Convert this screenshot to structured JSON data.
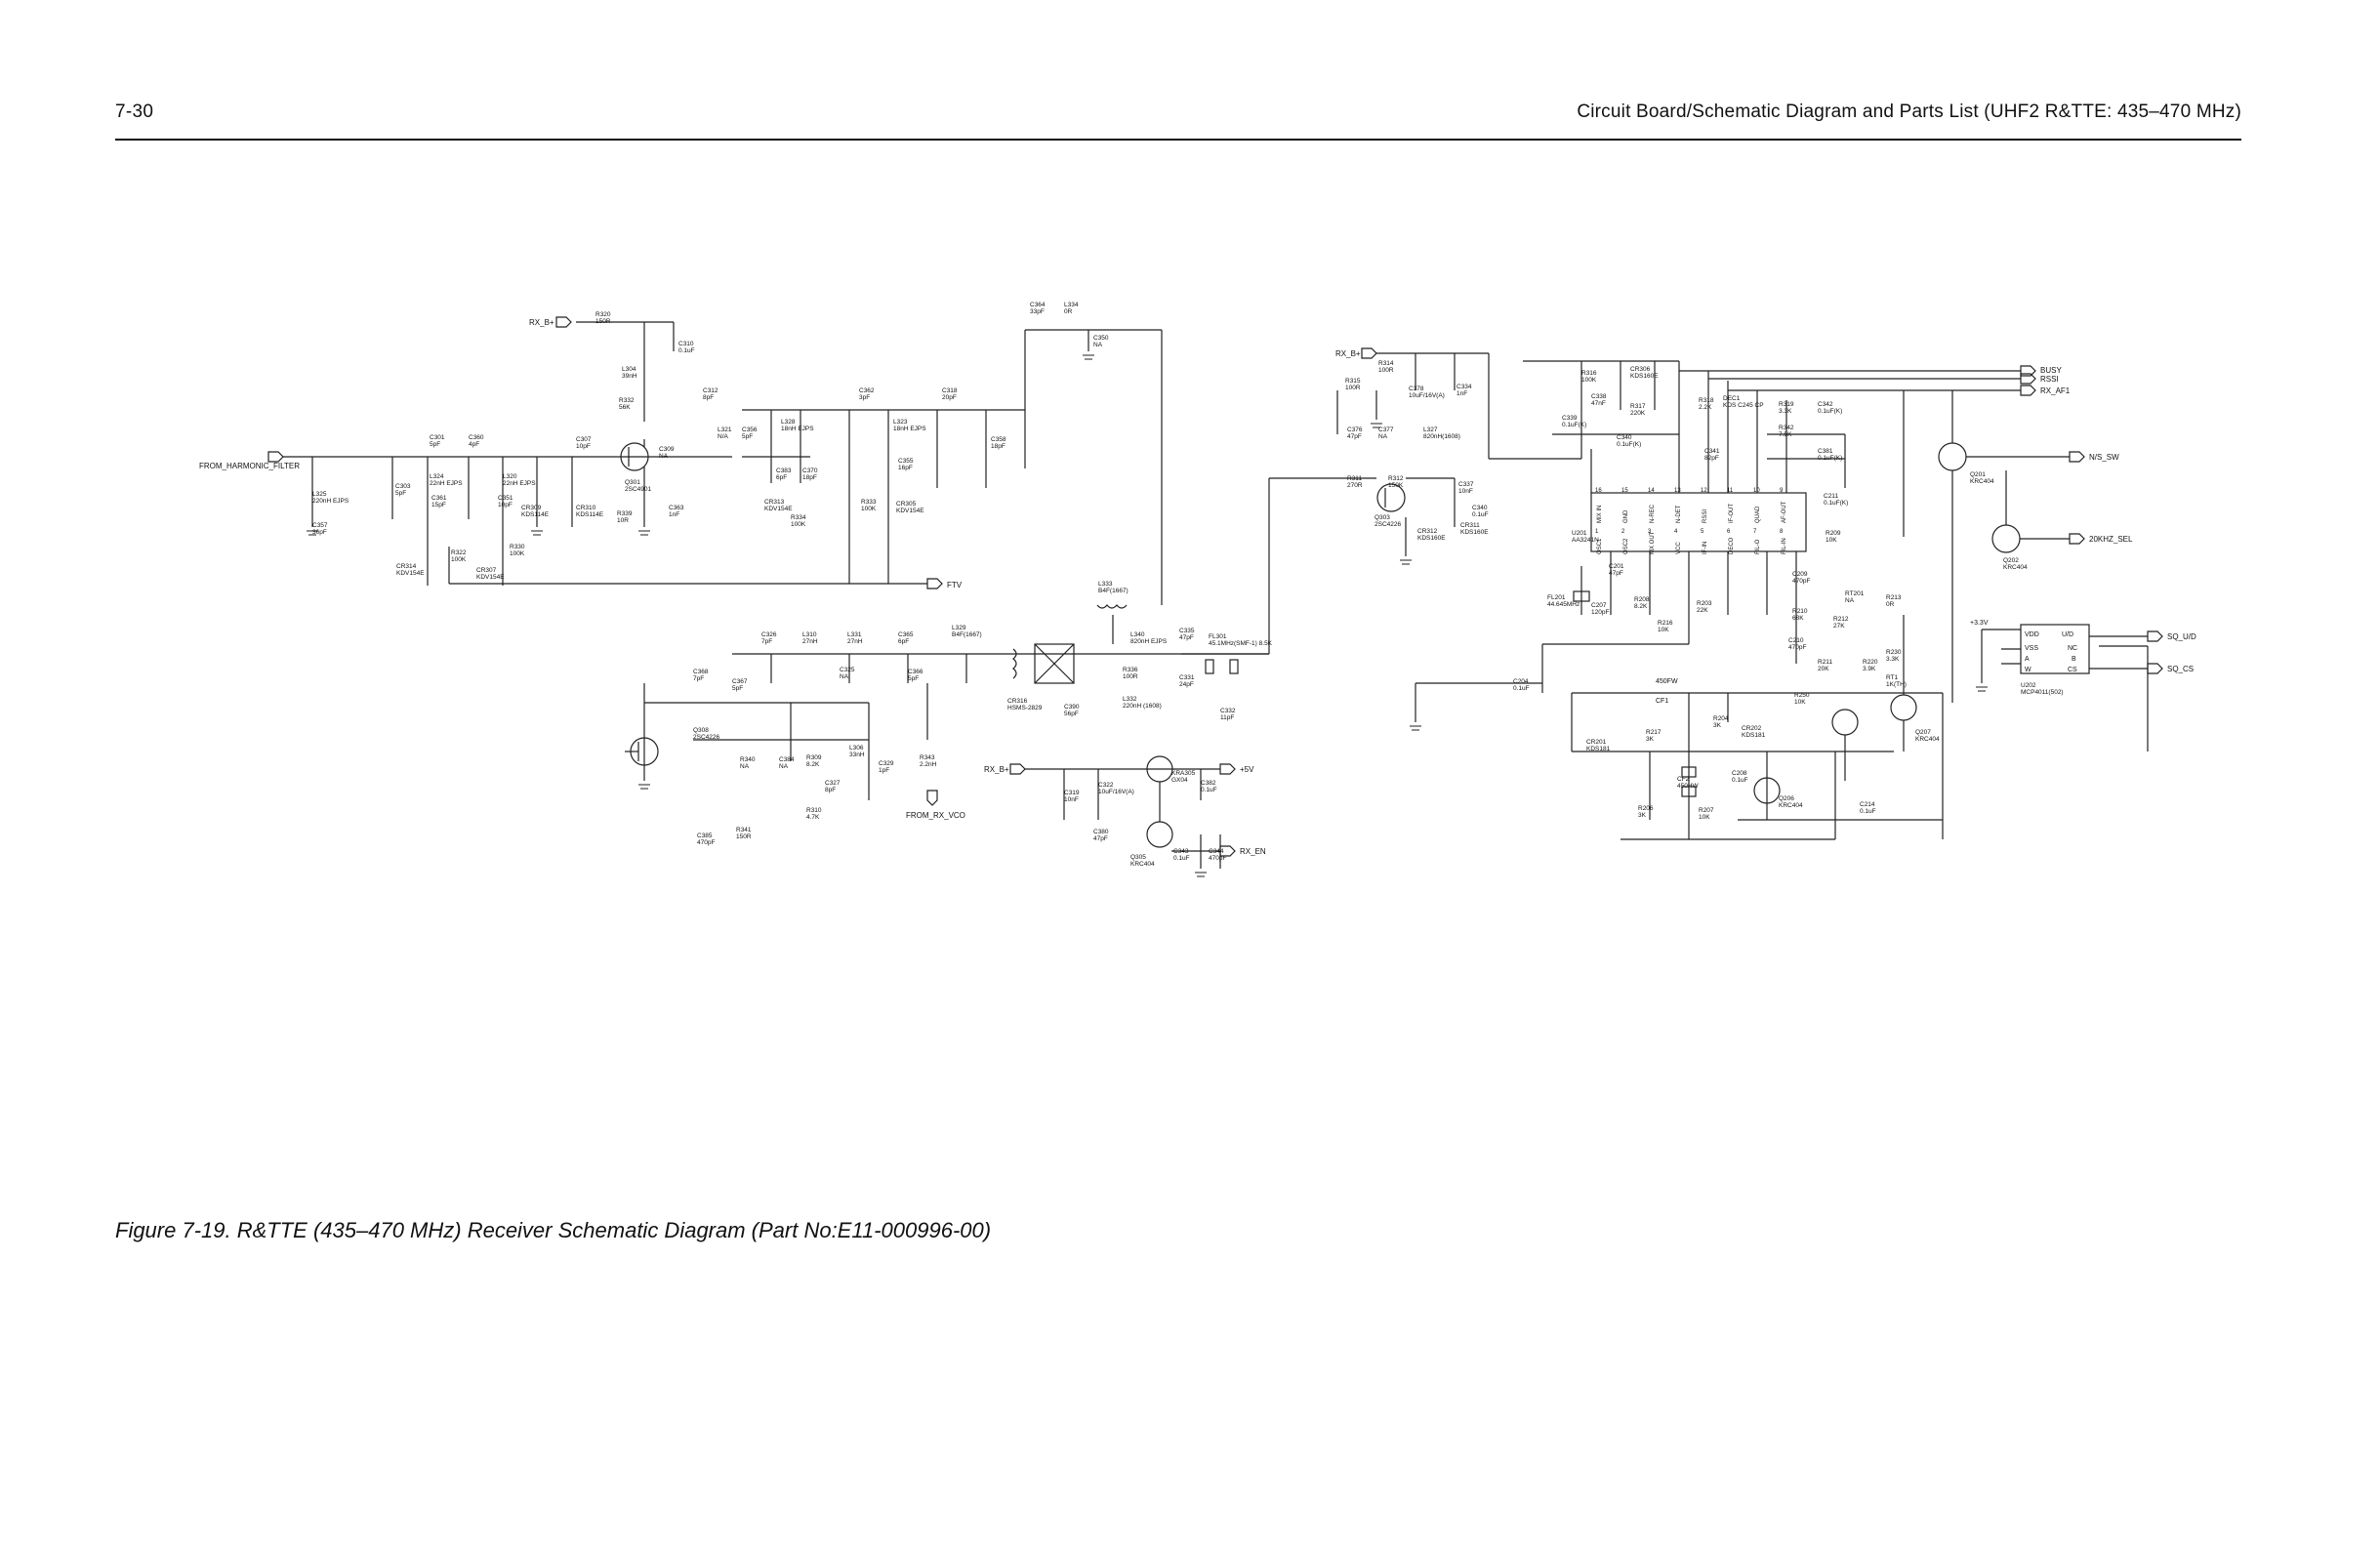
{
  "header": {
    "page_number": "7-30",
    "section_title": "Circuit Board/Schematic Diagram and Parts List (UHF2 R&TTE: 435–470 MHz)"
  },
  "figure": {
    "caption": "Figure 7-19. R&TTE (435–470 MHz) Receiver Schematic Diagram (Part No:E11-000996-00)"
  },
  "schematic": {
    "ports": {
      "rx_b_plus_1": "RX_B+",
      "rx_b_plus_2": "RX_B+",
      "rx_b_plus_3": "RX_B+",
      "from_harmonic_filter": "FROM_HARMONIC_FILTER",
      "from_rx_vco": "FROM_RX_VCO",
      "ftv": "FTV",
      "rx_en": "RX_EN",
      "plus_5v": "+5V",
      "busy": "BUSY",
      "rssi": "RSSI",
      "rx_af1": "RX_AF1",
      "ns_sw": "N/S_SW",
      "khz_sel": "20KHZ_SEL",
      "sq_ud": "SQ_U/D",
      "sq_cs": "SQ_CS"
    },
    "components": [
      {
        "ref": "C301",
        "value": "5pF"
      },
      {
        "ref": "L325",
        "value": "220nH EJPS"
      },
      {
        "ref": "C357",
        "value": "36pF"
      },
      {
        "ref": "C303",
        "value": "5pF"
      },
      {
        "ref": "L324",
        "value": "22nH EJPS"
      },
      {
        "ref": "C361",
        "value": "15pF"
      },
      {
        "ref": "C360",
        "value": "4pF"
      },
      {
        "ref": "CR314",
        "value": "KDV154E"
      },
      {
        "ref": "R322",
        "value": "100K"
      },
      {
        "ref": "L320",
        "value": "22nH EJPS"
      },
      {
        "ref": "C351",
        "value": "10pF"
      },
      {
        "ref": "CR307",
        "value": "KDV154E"
      },
      {
        "ref": "R330",
        "value": "100K"
      },
      {
        "ref": "CR309",
        "value": "KDS114E"
      },
      {
        "ref": "CR310",
        "value": "KDS114E"
      },
      {
        "ref": "C307",
        "value": "10pF"
      },
      {
        "ref": "R320",
        "value": "150R"
      },
      {
        "ref": "L304",
        "value": "39nH"
      },
      {
        "ref": "R332",
        "value": "56K"
      },
      {
        "ref": "Q301",
        "value": "2SC4901"
      },
      {
        "ref": "R339",
        "value": "10R"
      },
      {
        "ref": "C310",
        "value": "0.1uF"
      },
      {
        "ref": "C309",
        "value": "NA"
      },
      {
        "ref": "C363",
        "value": "1nF"
      },
      {
        "ref": "C312",
        "value": "8pF"
      },
      {
        "ref": "L321",
        "value": "N/A"
      },
      {
        "ref": "C356",
        "value": "5pF"
      },
      {
        "ref": "L328",
        "value": "18nH EJPS"
      },
      {
        "ref": "C383",
        "value": "6pF"
      },
      {
        "ref": "C370",
        "value": "18pF"
      },
      {
        "ref": "CR313",
        "value": "KDV154E"
      },
      {
        "ref": "R334",
        "value": "100K"
      },
      {
        "ref": "C362",
        "value": "3pF"
      },
      {
        "ref": "L323",
        "value": "18nH EJPS"
      },
      {
        "ref": "C355",
        "value": "16pF"
      },
      {
        "ref": "R333",
        "value": "100K"
      },
      {
        "ref": "CR305",
        "value": "KDV154E"
      },
      {
        "ref": "C318",
        "value": "20pF"
      },
      {
        "ref": "C358",
        "value": "18pF"
      },
      {
        "ref": "C364",
        "value": "33pF"
      },
      {
        "ref": "L334",
        "value": "0R"
      },
      {
        "ref": "C350",
        "value": "NA"
      },
      {
        "ref": "L333",
        "value": "B4F(1667)"
      },
      {
        "ref": "C326",
        "value": "7pF"
      },
      {
        "ref": "L310",
        "value": "27nH"
      },
      {
        "ref": "L331",
        "value": "27nH"
      },
      {
        "ref": "C325",
        "value": "NA"
      },
      {
        "ref": "C365",
        "value": "6pF"
      },
      {
        "ref": "C366",
        "value": "5pF"
      },
      {
        "ref": "L329",
        "value": "B4F(1667)"
      },
      {
        "ref": "CR316",
        "value": "HSMS-2829"
      },
      {
        "ref": "C368",
        "value": "7pF"
      },
      {
        "ref": "C367",
        "value": "5pF"
      },
      {
        "ref": "L340",
        "value": "820nH EJPS"
      },
      {
        "ref": "R336",
        "value": "100R"
      },
      {
        "ref": "C390",
        "value": "56pF"
      },
      {
        "ref": "L332",
        "value": "220nH (1608)"
      },
      {
        "ref": "C335",
        "value": "47pF"
      },
      {
        "ref": "C331",
        "value": "24pF"
      },
      {
        "ref": "C332",
        "value": "11pF"
      },
      {
        "ref": "FL301",
        "value": "45.1MHz(SMF-1) 8.5K"
      },
      {
        "ref": "Q308",
        "value": "2SC4226"
      },
      {
        "ref": "R340",
        "value": "NA"
      },
      {
        "ref": "C384",
        "value": "NA"
      },
      {
        "ref": "R309",
        "value": "8.2K"
      },
      {
        "ref": "L306",
        "value": "33nH"
      },
      {
        "ref": "C329",
        "value": "1pF"
      },
      {
        "ref": "R343",
        "value": "2.2nH"
      },
      {
        "ref": "C327",
        "value": "8pF"
      },
      {
        "ref": "R310",
        "value": "4.7K"
      },
      {
        "ref": "C385",
        "value": "470pF"
      },
      {
        "ref": "R341",
        "value": "150R"
      },
      {
        "ref": "C319",
        "value": "10nF"
      },
      {
        "ref": "C322",
        "value": "10uF/16V(A)"
      },
      {
        "ref": "KRA305",
        "value": "GX04"
      },
      {
        "ref": "C382",
        "value": "0.1uF"
      },
      {
        "ref": "C380",
        "value": "47pF"
      },
      {
        "ref": "Q305",
        "value": "KRC404"
      },
      {
        "ref": "C343",
        "value": "0.1uF"
      },
      {
        "ref": "C344",
        "value": "470pF"
      },
      {
        "ref": "R315",
        "value": "100R"
      },
      {
        "ref": "R314",
        "value": "100R"
      },
      {
        "ref": "C378",
        "value": "10uF/16V(A)"
      },
      {
        "ref": "C334",
        "value": "1nF"
      },
      {
        "ref": "C376",
        "value": "47pF"
      },
      {
        "ref": "C377",
        "value": "NA"
      },
      {
        "ref": "L327",
        "value": "820nH(1608)"
      },
      {
        "ref": "R311",
        "value": "270R"
      },
      {
        "ref": "R312",
        "value": "150K"
      },
      {
        "ref": "Q303",
        "value": "2SC4226"
      },
      {
        "ref": "C337",
        "value": "10nF"
      },
      {
        "ref": "C340",
        "value": "0.1uF"
      },
      {
        "ref": "CR312",
        "value": "KDS160E"
      },
      {
        "ref": "CR311",
        "value": "KDS160E"
      },
      {
        "ref": "R316",
        "value": "100K"
      },
      {
        "ref": "CR306",
        "value": "KDS160E"
      },
      {
        "ref": "C338",
        "value": "47nF"
      },
      {
        "ref": "R317",
        "value": "220K"
      },
      {
        "ref": "C339",
        "value": "0.1uF(K)"
      },
      {
        "ref": "C340b",
        "value": "0.1uF(K)"
      },
      {
        "ref": "R318",
        "value": "2.2K"
      },
      {
        "ref": "DEC1",
        "value": "KDS C245 CP"
      },
      {
        "ref": "R319",
        "value": "3.3K"
      },
      {
        "ref": "C342",
        "value": "0.1uF(K)"
      },
      {
        "ref": "R342",
        "value": "7.5K"
      },
      {
        "ref": "C341",
        "value": "82pF"
      },
      {
        "ref": "C381",
        "value": "0.1uF(K)"
      },
      {
        "ref": "U201",
        "value": "AA3241N"
      },
      {
        "ref": "C211",
        "value": "0.1uF(K)"
      },
      {
        "ref": "R209",
        "value": "10K"
      },
      {
        "ref": "Q201",
        "value": "KRC404"
      },
      {
        "ref": "Q202",
        "value": "KRC404"
      },
      {
        "ref": "FL201",
        "value": "44.645MHz"
      },
      {
        "ref": "C201",
        "value": "47pF"
      },
      {
        "ref": "C207",
        "value": "120pF"
      },
      {
        "ref": "R208",
        "value": "8.2K"
      },
      {
        "ref": "R216",
        "value": "10K"
      },
      {
        "ref": "R203",
        "value": "22K"
      },
      {
        "ref": "C209",
        "value": "470pF"
      },
      {
        "ref": "R210",
        "value": "68K"
      },
      {
        "ref": "RT201",
        "value": "NA"
      },
      {
        "ref": "R213",
        "value": "0R"
      },
      {
        "ref": "C210",
        "value": "470pF"
      },
      {
        "ref": "R212",
        "value": "27K"
      },
      {
        "ref": "R211",
        "value": "20K"
      },
      {
        "ref": "R220",
        "value": "3.9K"
      },
      {
        "ref": "RT1",
        "value": "1K(TH)"
      },
      {
        "ref": "R230",
        "value": "3.3K"
      },
      {
        "ref": "U202",
        "value": "MCP4011(502)"
      },
      {
        "ref": "C204",
        "value": "0.1uF"
      },
      {
        "ref": "CR201",
        "value": "KDS181"
      },
      {
        "ref": "R217",
        "value": "3K"
      },
      {
        "ref": "R204",
        "value": "3K"
      },
      {
        "ref": "CR202",
        "value": "KDS181"
      },
      {
        "ref": "R250",
        "value": "10K"
      },
      {
        "ref": "Q207",
        "value": "KRC404"
      },
      {
        "ref": "CF2",
        "value": "450HW"
      },
      {
        "ref": "C208",
        "value": "0.1uF"
      },
      {
        "ref": "Q206",
        "value": "KRC404"
      },
      {
        "ref": "R206",
        "value": "3K"
      },
      {
        "ref": "R207",
        "value": "10K"
      },
      {
        "ref": "C214",
        "value": "0.1uF"
      }
    ],
    "labels": {
      "cf1": "CF1",
      "cf1_value": "450FW",
      "u202_supply": "+3.3V",
      "u202_vdd": "VDD",
      "u202_ud": "U/D",
      "u202_vss": "VSS",
      "u202_nc": "NC",
      "u202_a": "A",
      "u202_b": "B",
      "u202_w": "W",
      "u202_cs": "CS"
    },
    "u201_pins_top": [
      {
        "num": "16",
        "name": "MIX IN"
      },
      {
        "num": "15",
        "name": "GND"
      },
      {
        "num": "14",
        "name": "N-REC"
      },
      {
        "num": "13",
        "name": "N-DET"
      },
      {
        "num": "12",
        "name": "RSSI"
      },
      {
        "num": "11",
        "name": "IF-OUT"
      },
      {
        "num": "10",
        "name": "QUAD"
      },
      {
        "num": "9",
        "name": "AF-OUT"
      }
    ],
    "u201_pins_bottom": [
      {
        "num": "1",
        "name": "OSC1"
      },
      {
        "num": "2",
        "name": "OSC2"
      },
      {
        "num": "3",
        "name": "MX OUT"
      },
      {
        "num": "4",
        "name": "VCC"
      },
      {
        "num": "5",
        "name": "IF-IN"
      },
      {
        "num": "6",
        "name": "DECO"
      },
      {
        "num": "7",
        "name": "FIL-O"
      },
      {
        "num": "8",
        "name": "FIL-IN"
      }
    ]
  }
}
